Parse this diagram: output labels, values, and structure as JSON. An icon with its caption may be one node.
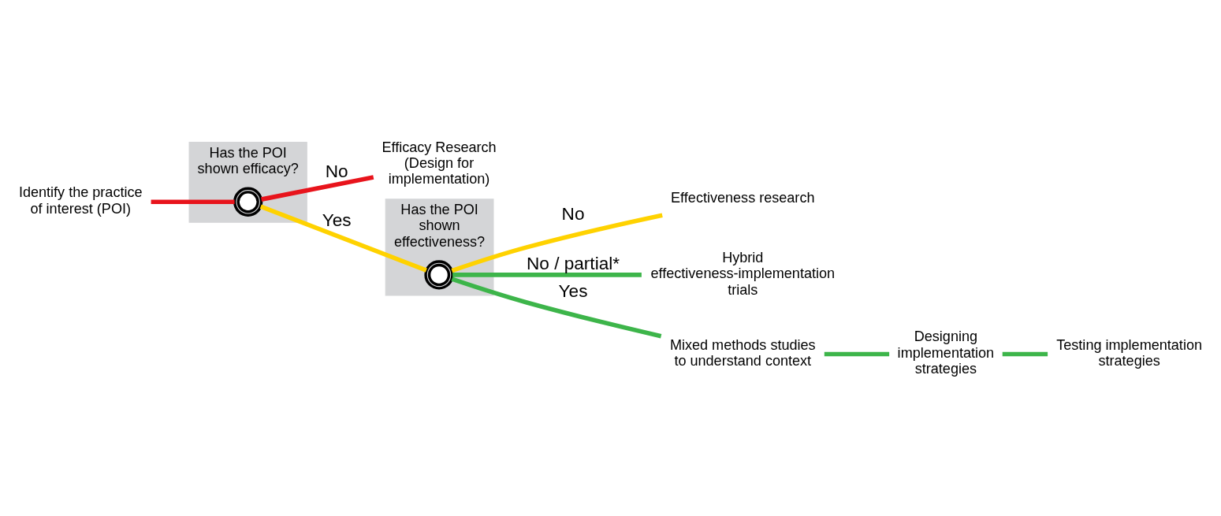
{
  "diagram": {
    "nodes": [
      {
        "text": [
          "Identify the practice of interest (POI)"
        ]
      },
      {
        "text": [
          "Has the POI shown efficacy?"
        ]
      },
      {
        "text": [],
        "shape": "circle",
        "in": 1
      },
      {
        "text": [
          "Efficacy Research (Design for implementation)"
        ]
      },
      {
        "text": [
          "Has the POI shown effectiveness?"
        ]
      },
      {
        "text": [],
        "shape": "circle",
        "in": 4
      },
      {
        "text": [
          "Effectiveness research"
        ]
      },
      {
        "text": [
          "Hybrid effectiveness-implementation trials"
        ]
      },
      {
        "text": [
          "Mixed methods studies to understand context"
        ]
      },
      {
        "text": [
          "Designing implementation strategies"
        ]
      },
      {
        "text": [
          "Testing implementation strategies"
        ]
      }
    ],
    "edges": [
      {
        "from": 0,
        "to": 2,
        "arrow": "none",
        "color": "#e8141c"
      },
      {
        "from": 2,
        "to": 3,
        "arrow": "none",
        "label": "No",
        "color": "#e8141c"
      },
      {
        "from": 2,
        "to": 5,
        "arrow": "none",
        "label": "Yes",
        "color": "#ffd200"
      },
      {
        "from": 5,
        "to": 6,
        "arrow": "none",
        "label": "No",
        "color": "#ffd200"
      },
      {
        "from": 5,
        "to": 7,
        "arrow": "none",
        "label": "No / partial*",
        "color": "#3db54a"
      },
      {
        "from": 5,
        "to": 8,
        "arrow": "none",
        "label": "Yes",
        "color": "#3db54a"
      },
      {
        "from": 8,
        "to": 9,
        "arrow": "none",
        "color": "#3db54a"
      },
      {
        "from": 9,
        "to": 10,
        "arrow": "none",
        "color": "#3db54a"
      }
    ]
  }
}
